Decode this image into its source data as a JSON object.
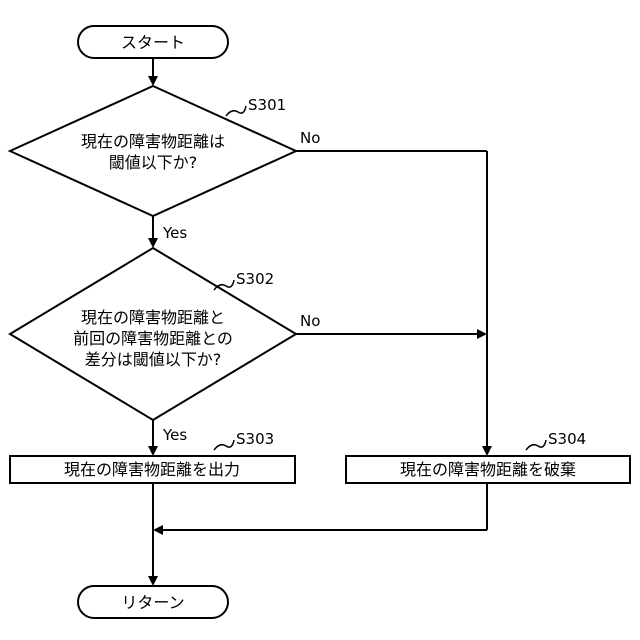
{
  "nodes": {
    "start": {
      "text": "スタート"
    },
    "s301": {
      "step": "S301",
      "lines": [
        "現在の障害物距離は",
        "閾値以下か?"
      ]
    },
    "s302": {
      "step": "S302",
      "lines": [
        "現在の障害物距離と",
        "前回の障害物距離との",
        "差分は閾値以下か?"
      ]
    },
    "s303": {
      "step": "S303",
      "text": "現在の障害物距離を出力"
    },
    "s304": {
      "step": "S304",
      "text": "現在の障害物距離を破棄"
    },
    "end": {
      "text": "リターン"
    }
  },
  "edges": {
    "s301_yes": "Yes",
    "s301_no": "No",
    "s302_yes": "Yes",
    "s302_no": "No"
  }
}
